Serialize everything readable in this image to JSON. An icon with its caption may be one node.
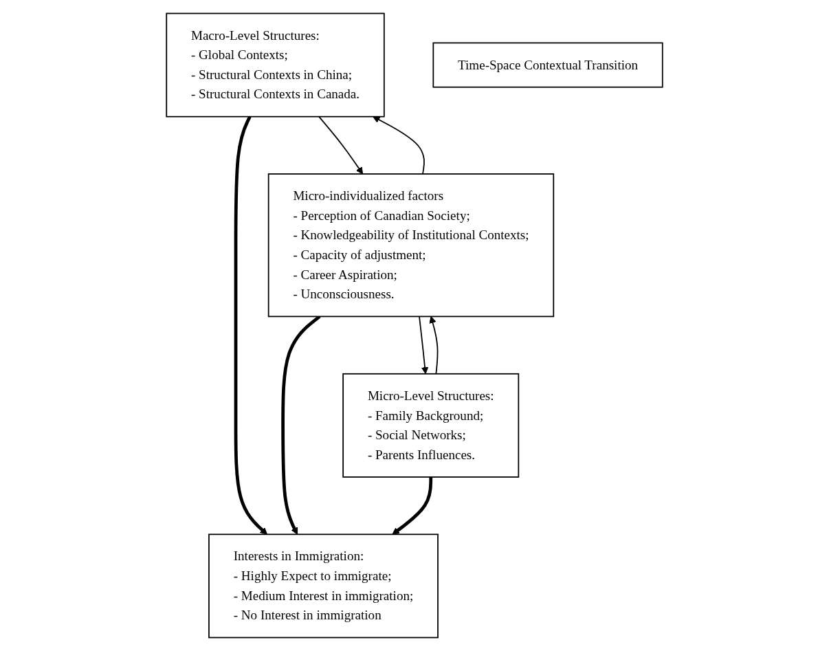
{
  "diagram": {
    "nodes": [
      {
        "text": [
          "Macro-Level Structures:",
          "- Global Contexts;",
          "- Structural Contexts in China;",
          "- Structural Contexts in Canada."
        ]
      },
      {
        "text": [
          "Micro-individualized factors",
          "- Perception of Canadian Society;",
          "- Knowledgeability of Institutional Contexts;",
          "- Capacity of adjustment;",
          "- Career Aspiration;",
          "- Unconsciousness."
        ]
      },
      {
        "text": [
          "Interests in Immigration:",
          "- Highly Expect to immigrate;",
          "- Medium Interest in immigration;",
          "- No Interest in immigration"
        ]
      },
      {
        "text": [
          "Micro-Level Structures:",
          "- Family Background;",
          "- Social Networks;",
          "- Parents Influences."
        ]
      },
      {
        "text": [
          "Time-Space Contextual Transition"
        ]
      }
    ],
    "edges": [
      {
        "from": 1,
        "to": 0,
        "arrow": "to"
      },
      {
        "from": 0,
        "to": 1,
        "arrow": "to"
      },
      {
        "from": 0,
        "to": 2,
        "arrow": "to",
        "style": "thick"
      },
      {
        "from": 1,
        "to": 2,
        "arrow": "to",
        "style": "thick"
      },
      {
        "from": 1,
        "to": 3,
        "arrow": "to"
      },
      {
        "from": 3,
        "to": 1,
        "arrow": "to"
      },
      {
        "from": 3,
        "to": 2,
        "arrow": "to",
        "style": "thick"
      }
    ]
  }
}
